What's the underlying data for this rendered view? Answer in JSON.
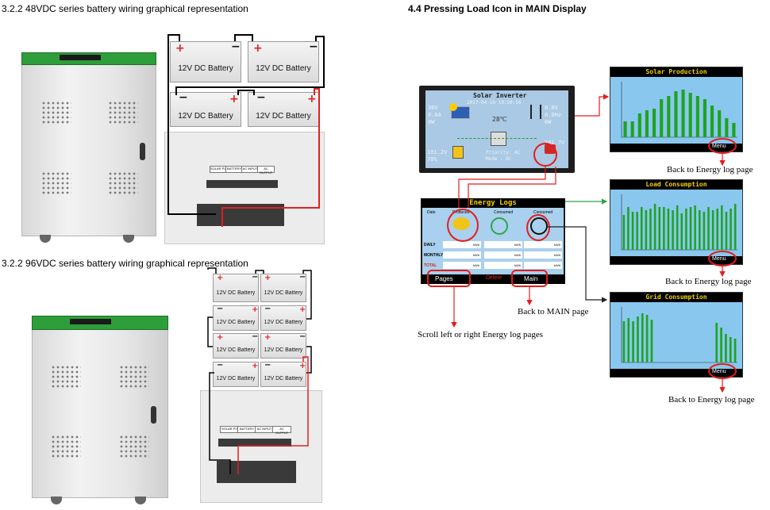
{
  "left_section": {
    "title_48v": "3.2.2 48VDC series battery wiring graphical representation",
    "title_96v": "3.2.2 96VDC series battery wiring graphical representation",
    "battery_label": "12V DC Battery",
    "terminal_labels": [
      "SOLAR PV",
      "BATTERY",
      "AC INPUT",
      "AC OUTPUT"
    ]
  },
  "right_section": {
    "title": "4.4 Pressing Load Icon in MAIN Display",
    "main_screen": {
      "title": "Solar Inverter",
      "datetime": "2017-04-16 19:50:56",
      "pv_voltage": "36V",
      "pv_current": "0.0A",
      "pv_power": "0W",
      "temperature": "28℃",
      "grid_voltage": "0.0V",
      "grid_freq": "0.0Hz",
      "grid_power": "0W",
      "battery_voltage": "101.2V",
      "battery_soc": "70%",
      "load_voltage": "201.7V",
      "priority": "Priority: AC",
      "mode": "Mode : DC"
    },
    "energy_logs": {
      "title": "Energy Logs",
      "date_label": "Date",
      "col_produced": "Produced",
      "col_consumed_load": "Consumed",
      "col_consumed_grid": "Consumed",
      "rows": [
        "DAILY",
        "MONTHLY",
        "TOTAL"
      ],
      "unit": "kWh",
      "btn_pages": "Pages",
      "btn_delete": "Delete",
      "btn_main": "Main"
    },
    "charts": [
      {
        "title": "Solar Production",
        "menu": "Menu"
      },
      {
        "title": "Load Consumption",
        "menu": "Menu"
      },
      {
        "title": "Grid Consumption",
        "menu": "Menu"
      }
    ],
    "captions": {
      "back_energy_1": "Back to Energy log page",
      "back_energy_2": "Back to Energy log page",
      "back_energy_3": "Back to Energy log page",
      "back_main": "Back to MAIN page",
      "scroll": "Scroll left or right Energy log pages"
    }
  },
  "chart_data": [
    {
      "type": "bar",
      "title": "Solar Production",
      "values": [
        1.0,
        1.0,
        1.5,
        1.7,
        1.8,
        2.4,
        2.6,
        2.9,
        3.0,
        2.8,
        2.6,
        2.4,
        2.0,
        1.7,
        1.2,
        0.9
      ]
    },
    {
      "type": "bar",
      "title": "Load Consumption",
      "values": [
        2.2,
        2.7,
        2.4,
        2.4,
        2.7,
        2.5,
        2.6,
        2.9,
        2.7,
        2.7,
        2.6,
        2.5,
        2.8,
        2.3,
        2.6,
        2.7,
        2.8,
        2.5,
        2.4,
        2.7,
        2.5,
        2.6,
        2.8,
        2.4,
        2.6,
        2.9
      ]
    },
    {
      "type": "bar",
      "title": "Grid Consumption",
      "values": [
        2.6,
        2.8,
        2.6,
        2.9,
        3.1,
        3.0,
        2.7,
        0,
        0,
        0,
        0,
        0,
        0,
        0,
        0,
        0,
        0,
        0,
        0,
        0,
        2.5,
        2.2,
        1.8,
        1.6,
        1.5
      ]
    }
  ]
}
